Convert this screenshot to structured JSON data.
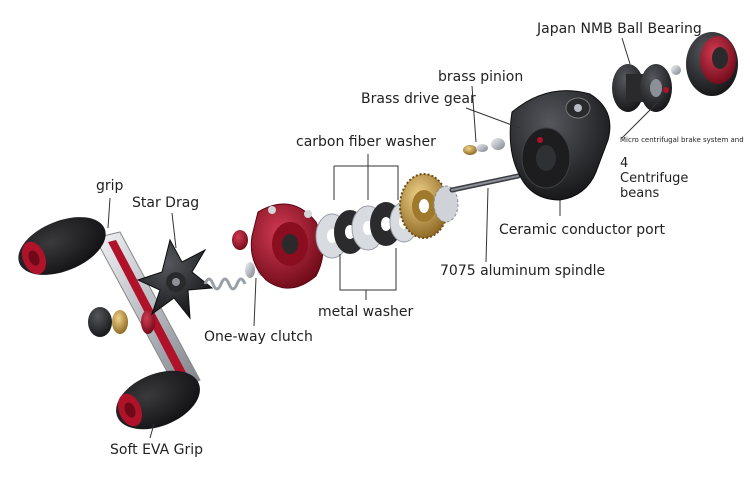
{
  "labels": {
    "japan_bearing": "Japan NMB Ball Bearing",
    "brass_pinion": "brass pinion",
    "brass_drive_gear": "Brass drive gear",
    "carbon_fiber_washer": "carbon fiber washer",
    "brake_system": "Micro centrifugal brake system and",
    "centrifuge_beans": "4 Centrifuge beans",
    "grip": "grip",
    "star_drag": "Star Drag",
    "ceramic_port": "Ceramic conductor port",
    "spindle": "7075 aluminum spindle",
    "metal_washer": "metal washer",
    "one_way_clutch": "One-way clutch",
    "soft_eva_grip": "Soft EVA Grip"
  },
  "colors": {
    "accent_red": "#b0122a",
    "metal_silver": "#c9ccd1",
    "brass": "#c9a04a",
    "foam_black": "#1c1c1e",
    "leader_line": "#333333"
  }
}
